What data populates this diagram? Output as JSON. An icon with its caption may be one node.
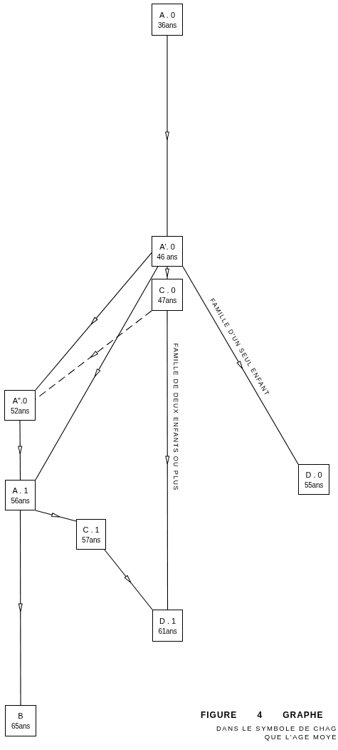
{
  "diagram": {
    "title": "FIGURE 4 GRAPHE",
    "caption": "DANS LE SYMBOLE DE CHAG QUE L'AGE MOYE",
    "nodes": [
      {
        "text": [
          "A . 0",
          "36ans"
        ]
      },
      {
        "text": [
          "A'. 0",
          "46 ans"
        ]
      },
      {
        "text": [
          "C . 0",
          "47ans"
        ]
      },
      {
        "text": [
          "A\".0",
          "52ans"
        ]
      },
      {
        "text": [
          "D . 0",
          "55ans"
        ]
      },
      {
        "text": [
          "A . 1",
          "56ans"
        ]
      },
      {
        "text": [
          "C . 1",
          "57ans"
        ]
      },
      {
        "text": [
          "D . 1",
          "61ans"
        ]
      },
      {
        "text": [
          "B",
          "65ans"
        ]
      }
    ],
    "edges": [
      {
        "from": 0,
        "to": 1,
        "arrow": "to"
      },
      {
        "from": 1,
        "to": 2,
        "arrow": "to"
      },
      {
        "from": 1,
        "to": 3,
        "arrow": "to"
      },
      {
        "from": 2,
        "to": 3,
        "arrow": "to",
        "style": "dashed"
      },
      {
        "from": 1,
        "to": 5,
        "arrow": "to"
      },
      {
        "from": 1,
        "to": 4,
        "arrow": "to",
        "label": "FAMILLE D'UN SEUL ENFANT"
      },
      {
        "from": 2,
        "to": 7,
        "arrow": "to",
        "label": "FAMILLE DE DEUX ENFANTS OU PLUS"
      },
      {
        "from": 3,
        "to": 5,
        "arrow": "to"
      },
      {
        "from": 5,
        "to": 6,
        "arrow": "to"
      },
      {
        "from": 6,
        "to": 7,
        "arrow": "to"
      },
      {
        "from": 5,
        "to": 8,
        "arrow": "to"
      }
    ]
  }
}
